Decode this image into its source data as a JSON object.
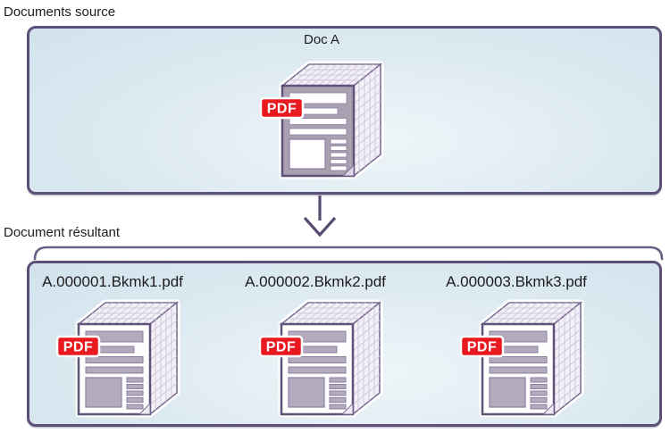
{
  "source_section": {
    "label": "Documents source",
    "doc_label": "Doc A"
  },
  "result_section": {
    "label": "Document résultant",
    "files": [
      {
        "name": "A.000001.Bkmk1.pdf"
      },
      {
        "name": "A.000002.Bkmk2.pdf"
      },
      {
        "name": "A.000003.Bkmk3.pdf"
      }
    ]
  },
  "pdf_badge": "PDF",
  "colors": {
    "border_purple": "#5c5078",
    "arrow_purple": "#574b73",
    "box_fill_light": "#eef5f8",
    "box_fill_dark": "#cbdee9",
    "pdf_red": "#e8191f",
    "doc_face_gray": "#a9a0b2",
    "doc_bar_gray": "#b3aabd"
  }
}
